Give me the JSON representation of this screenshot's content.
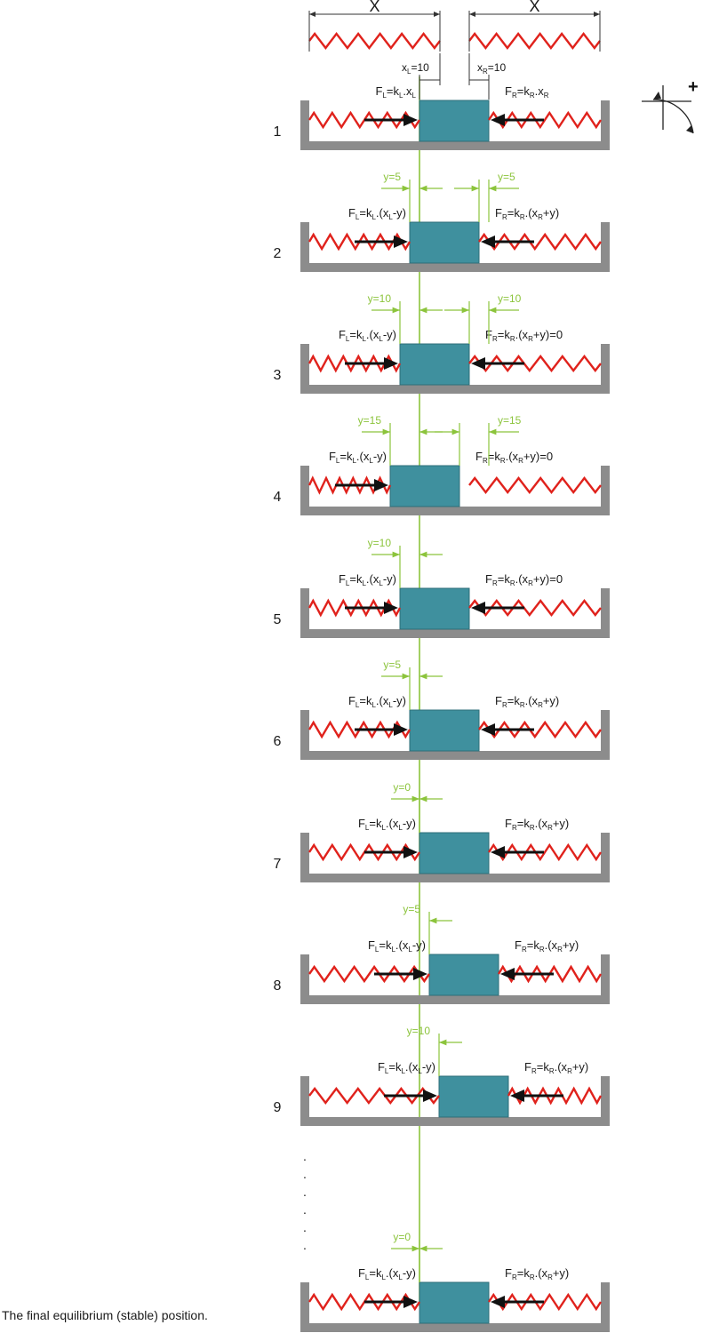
{
  "colors": {
    "container": "#8c8c8c",
    "spring": "#e0221c",
    "block": "#3f909e",
    "guide": "#8cc43c",
    "arrow": "#111111",
    "text": "#1a1a1a"
  },
  "header": {
    "left_length_label": "X",
    "right_length_label": "X",
    "xl_label_main": "x",
    "xl_label_sub": "L",
    "xl_label_value": "=10",
    "xr_label_main": "x",
    "xr_label_sub": "R",
    "xr_label_value": "=10"
  },
  "rotation_indicator": {
    "sign": "+",
    "icon": "rotation-direction-icon"
  },
  "steps": [
    {
      "number": "1",
      "block_shift": 0,
      "right_spring": "compressed",
      "dims": [],
      "fl": [
        [
          "F",
          ""
        ],
        [
          "L",
          "sub"
        ],
        [
          "=k",
          ""
        ],
        [
          "L",
          "sub"
        ],
        [
          ".x",
          ""
        ],
        [
          "L",
          "sub"
        ]
      ],
      "fr": [
        [
          "F",
          ""
        ],
        [
          "R",
          "sub"
        ],
        [
          "=k",
          ""
        ],
        [
          "R",
          "sub"
        ],
        [
          ".x",
          ""
        ],
        [
          "R",
          "sub"
        ]
      ]
    },
    {
      "number": "2",
      "block_shift": -5,
      "right_spring": "compressed",
      "dims": [
        {
          "label": "y=5",
          "side": "left"
        },
        {
          "label": "y=5",
          "side": "right"
        }
      ],
      "fl": [
        [
          "F",
          ""
        ],
        [
          "L",
          "sub"
        ],
        [
          "=k",
          ""
        ],
        [
          "L",
          "sub"
        ],
        [
          ".(x",
          ""
        ],
        [
          "L",
          "sub"
        ],
        [
          "-y)",
          ""
        ]
      ],
      "fr": [
        [
          "F",
          ""
        ],
        [
          "R",
          "sub"
        ],
        [
          "=k",
          ""
        ],
        [
          "R",
          "sub"
        ],
        [
          ".(x",
          ""
        ],
        [
          "R",
          "sub"
        ],
        [
          "+y)",
          ""
        ]
      ]
    },
    {
      "number": "3",
      "block_shift": -10,
      "right_spring": "compressed",
      "dims": [
        {
          "label": "y=10",
          "side": "left"
        },
        {
          "label": "y=10",
          "side": "right"
        }
      ],
      "fl": [
        [
          "F",
          ""
        ],
        [
          "L",
          "sub"
        ],
        [
          "=k",
          ""
        ],
        [
          "L",
          "sub"
        ],
        [
          ".(x",
          ""
        ],
        [
          "L",
          "sub"
        ],
        [
          "-y)",
          ""
        ]
      ],
      "fr": [
        [
          "F",
          ""
        ],
        [
          "R",
          "sub"
        ],
        [
          "=k",
          ""
        ],
        [
          "R",
          "sub"
        ],
        [
          ".(x",
          ""
        ],
        [
          "R",
          "sub"
        ],
        [
          "+y)=0",
          ""
        ]
      ]
    },
    {
      "number": "4",
      "block_shift": -15,
      "right_spring": "detached",
      "dims": [
        {
          "label": "y=15",
          "side": "left"
        },
        {
          "label": "y=15",
          "side": "right"
        }
      ],
      "fl": [
        [
          "F",
          ""
        ],
        [
          "L",
          "sub"
        ],
        [
          "=k",
          ""
        ],
        [
          "L",
          "sub"
        ],
        [
          ".(x",
          ""
        ],
        [
          "L",
          "sub"
        ],
        [
          "-y)",
          ""
        ]
      ],
      "fr": [
        [
          "F",
          ""
        ],
        [
          "R",
          "sub"
        ],
        [
          "=k",
          ""
        ],
        [
          "R",
          "sub"
        ],
        [
          ".(x",
          ""
        ],
        [
          "R",
          "sub"
        ],
        [
          "+y)=0",
          ""
        ]
      ]
    },
    {
      "number": "5",
      "block_shift": -10,
      "right_spring": "contact",
      "dims": [
        {
          "label": "y=10",
          "side": "left"
        }
      ],
      "fl": [
        [
          "F",
          ""
        ],
        [
          "L",
          "sub"
        ],
        [
          "=k",
          ""
        ],
        [
          "L",
          "sub"
        ],
        [
          ".(x",
          ""
        ],
        [
          "L",
          "sub"
        ],
        [
          "-y)",
          ""
        ]
      ],
      "fr": [
        [
          "F",
          ""
        ],
        [
          "R",
          "sub"
        ],
        [
          "=k",
          ""
        ],
        [
          "R",
          "sub"
        ],
        [
          ".(x",
          ""
        ],
        [
          "R",
          "sub"
        ],
        [
          "+y)=0",
          ""
        ]
      ]
    },
    {
      "number": "6",
      "block_shift": -5,
      "right_spring": "compressed",
      "dims": [
        {
          "label": "y=5",
          "side": "left"
        }
      ],
      "fl": [
        [
          "F",
          ""
        ],
        [
          "L",
          "sub"
        ],
        [
          "=k",
          ""
        ],
        [
          "L",
          "sub"
        ],
        [
          ".(x",
          ""
        ],
        [
          "L",
          "sub"
        ],
        [
          "-y)",
          ""
        ]
      ],
      "fr": [
        [
          "F",
          ""
        ],
        [
          "R",
          "sub"
        ],
        [
          "=k",
          ""
        ],
        [
          "R",
          "sub"
        ],
        [
          ".(x",
          ""
        ],
        [
          "R",
          "sub"
        ],
        [
          "+y)",
          ""
        ]
      ]
    },
    {
      "number": "7",
      "block_shift": 0,
      "right_spring": "compressed",
      "dims": [
        {
          "label": "y=0",
          "side": "left"
        }
      ],
      "fl": [
        [
          "F",
          ""
        ],
        [
          "L",
          "sub"
        ],
        [
          "=k",
          ""
        ],
        [
          "L",
          "sub"
        ],
        [
          ".(x",
          ""
        ],
        [
          "L",
          "sub"
        ],
        [
          "-y)",
          ""
        ]
      ],
      "fr": [
        [
          "F",
          ""
        ],
        [
          "R",
          "sub"
        ],
        [
          "=k",
          ""
        ],
        [
          "R",
          "sub"
        ],
        [
          ".(x",
          ""
        ],
        [
          "R",
          "sub"
        ],
        [
          "+y)",
          ""
        ]
      ]
    },
    {
      "number": "8",
      "block_shift": 5,
      "right_spring": "compressed",
      "dims": [
        {
          "label": "y=5",
          "side": "right"
        }
      ],
      "fl": [
        [
          "F",
          ""
        ],
        [
          "L",
          "sub"
        ],
        [
          "=k",
          ""
        ],
        [
          "L",
          "sub"
        ],
        [
          ".(x",
          ""
        ],
        [
          "L",
          "sub"
        ],
        [
          "-y)",
          ""
        ]
      ],
      "fr": [
        [
          "F",
          ""
        ],
        [
          "R",
          "sub"
        ],
        [
          "=k",
          ""
        ],
        [
          "R",
          "sub"
        ],
        [
          ".(x",
          ""
        ],
        [
          "R",
          "sub"
        ],
        [
          "+y)",
          ""
        ]
      ]
    },
    {
      "number": "9",
      "block_shift": 10,
      "right_spring": "compressed",
      "dims": [
        {
          "label": "y=10",
          "side": "right"
        }
      ],
      "fl": [
        [
          "F",
          ""
        ],
        [
          "L",
          "sub"
        ],
        [
          "=k",
          ""
        ],
        [
          "L",
          "sub"
        ],
        [
          ".(x",
          ""
        ],
        [
          "L",
          "sub"
        ],
        [
          "-y)",
          ""
        ]
      ],
      "fr": [
        [
          "F",
          ""
        ],
        [
          "R",
          "sub"
        ],
        [
          "=k",
          ""
        ],
        [
          "R",
          "sub"
        ],
        [
          ".(x",
          ""
        ],
        [
          "R",
          "sub"
        ],
        [
          "+y)",
          ""
        ]
      ]
    },
    {
      "number": "",
      "block_shift": 0,
      "right_spring": "compressed",
      "dims": [
        {
          "label": "y=0",
          "side": "left"
        }
      ],
      "fl": [
        [
          "F",
          ""
        ],
        [
          "L",
          "sub"
        ],
        [
          "=k",
          ""
        ],
        [
          "L",
          "sub"
        ],
        [
          ".(x",
          ""
        ],
        [
          "L",
          "sub"
        ],
        [
          "-y)",
          ""
        ]
      ],
      "fr": [
        [
          "F",
          ""
        ],
        [
          "R",
          "sub"
        ],
        [
          "=k",
          ""
        ],
        [
          "R",
          "sub"
        ],
        [
          ".(x",
          ""
        ],
        [
          "R",
          "sub"
        ],
        [
          "+y)",
          ""
        ]
      ]
    }
  ],
  "ellipsis": [
    ".",
    ".",
    ".",
    ".",
    ".",
    "."
  ],
  "caption": "The final equilibrium (stable) position."
}
